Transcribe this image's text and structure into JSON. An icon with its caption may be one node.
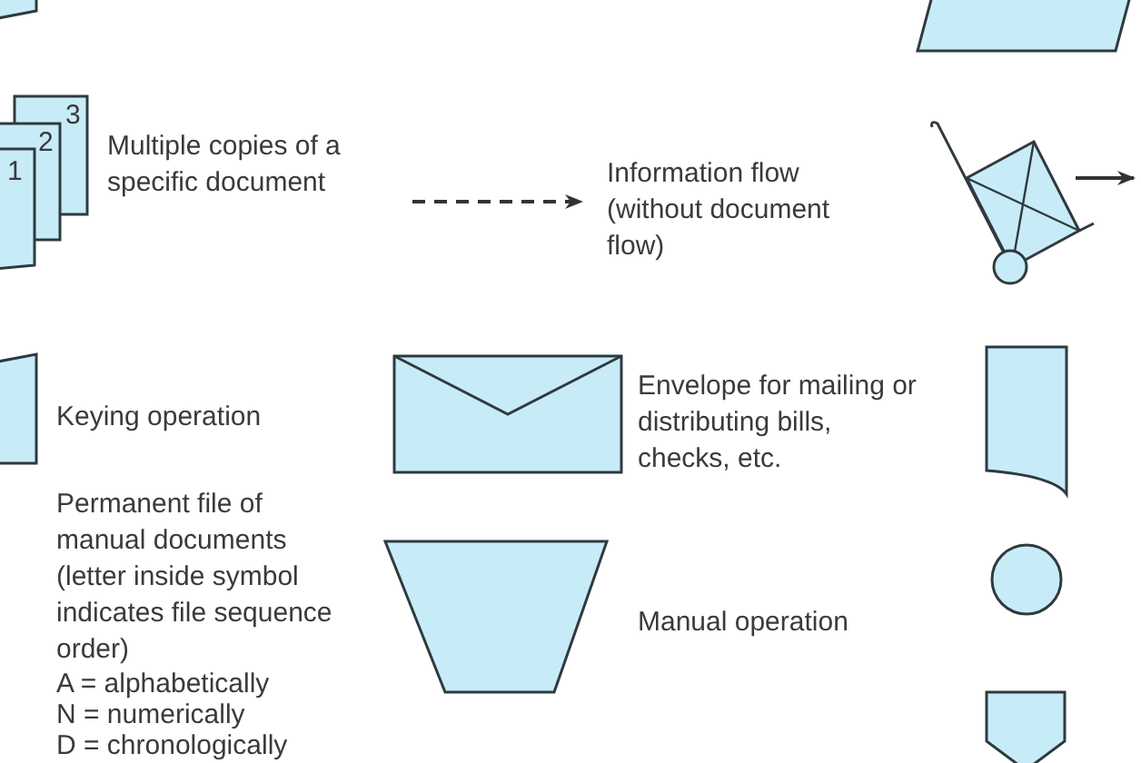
{
  "diagram": {
    "nodes": [
      {
        "text": [],
        "shape": "document"
      },
      {
        "text": [],
        "shape": "parallelogram"
      },
      {
        "text": [
          "3",
          "2",
          "1"
        ]
      },
      {
        "text": [],
        "shape": "trapezoid"
      },
      {
        "text": [],
        "shape": "envelope"
      },
      {
        "text": [],
        "shape": "document"
      },
      {
        "text": [],
        "shape": "trapezoid"
      },
      {
        "text": [],
        "shape": "circle"
      },
      {
        "text": [],
        "shape": "pentagon"
      }
    ],
    "labels": [
      "Multiple copies of a specific document",
      "Information flow (without document flow)",
      "Keying operation",
      "Envelope for mailing or distributing bills, checks, etc.",
      "Permanent file of manual documents (letter inside symbol indicates file sequence order)",
      "A = alphabetically",
      "N = numerically",
      "D = chronologically",
      "Manual operation"
    ]
  }
}
